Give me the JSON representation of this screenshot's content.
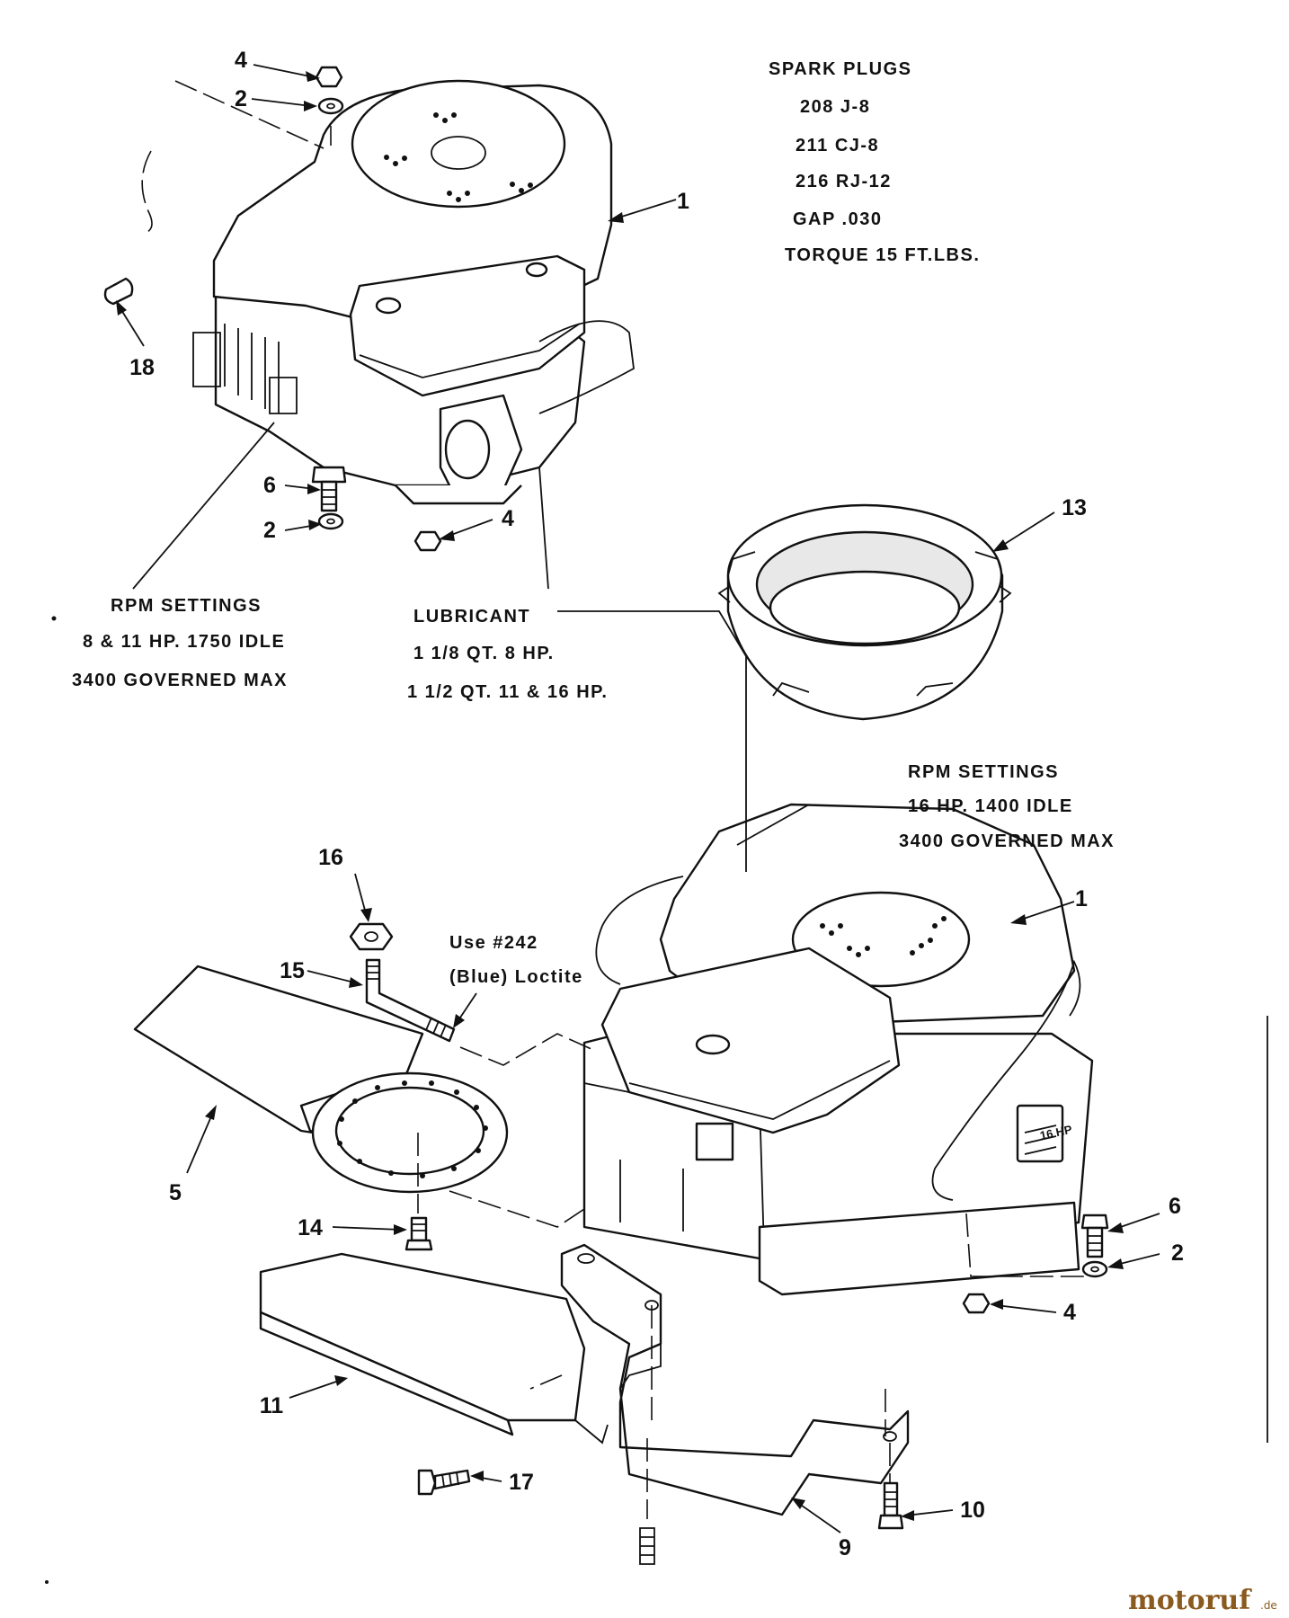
{
  "spark_plugs": {
    "heading": "SPARK PLUGS",
    "lines": [
      "208 J-8",
      "211 CJ-8",
      "216 RJ-12",
      "GAP .030",
      "TORQUE 15 FT.LBS."
    ]
  },
  "rpm_small": {
    "heading": "RPM SETTINGS",
    "lines": [
      "8 & 11 HP. 1750 IDLE",
      "3400 GOVERNED MAX"
    ]
  },
  "lubricant": {
    "heading": "LUBRICANT",
    "lines": [
      "1 1/8 QT. 8 HP.",
      "1 1/2 QT. 11 & 16 HP."
    ]
  },
  "rpm_large": {
    "heading": "RPM SETTINGS",
    "lines": [
      "16 HP. 1400 IDLE",
      "3400 GOVERNED MAX"
    ]
  },
  "loctite": {
    "lines": [
      "Use #242",
      "(Blue) Loctite"
    ]
  },
  "engine_badge": "16 HP",
  "callouts": {
    "top_nut": "4",
    "top_washer": "2",
    "top_engine": "1",
    "plug_boot": "18",
    "bottom_bolt": "6",
    "bottom_washer": "2",
    "bottom_nut": "4",
    "adapter_ring": "13",
    "fitting_nut": "16",
    "tube": "15",
    "deck_plate": "5",
    "bolt_14": "14",
    "lower_engine": "1",
    "right_bolt": "6",
    "right_washer": "2",
    "right_nut": "4",
    "shield": "11",
    "screw_17": "17",
    "bracket": "9",
    "bolt_10": "10"
  },
  "watermark": {
    "brand": "motoruf",
    "suffix": ".de"
  }
}
